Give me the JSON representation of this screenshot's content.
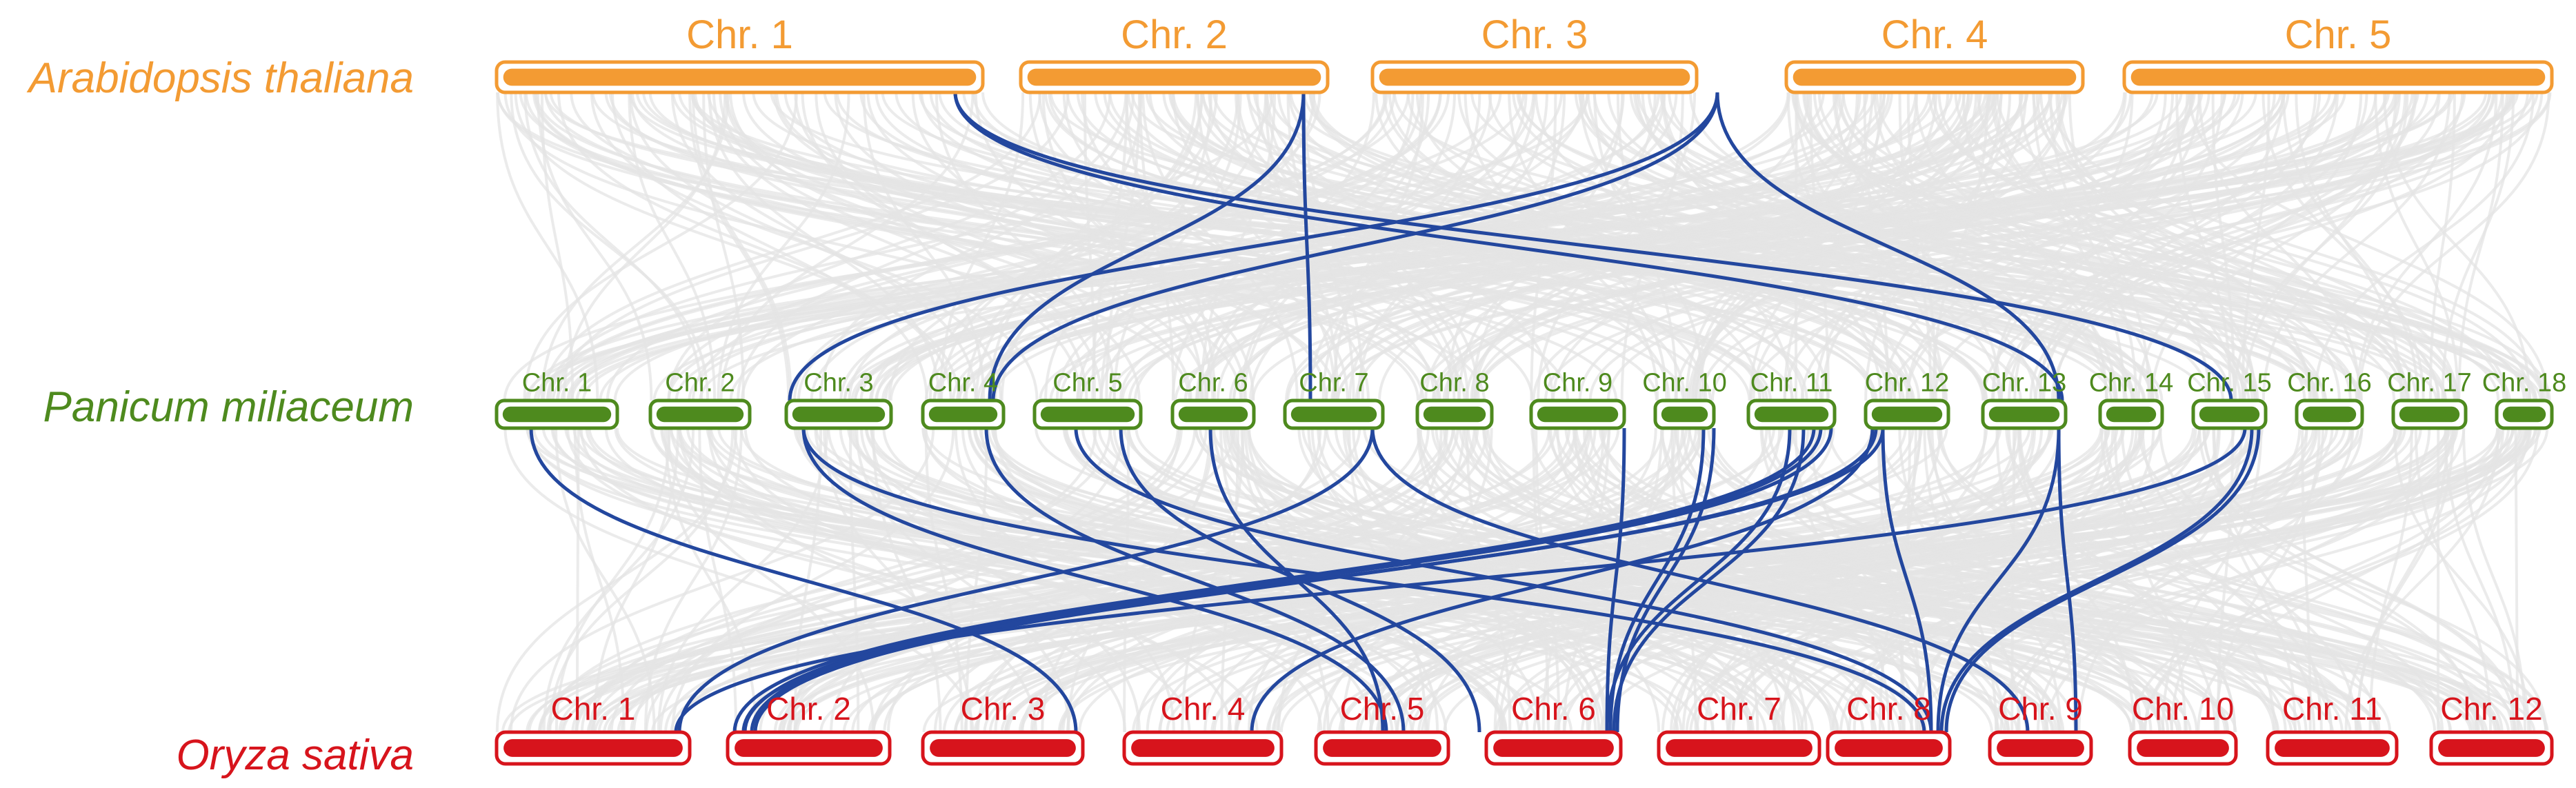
{
  "colors": {
    "top": "#F39B33",
    "mid": "#4E8A1E",
    "bottom": "#D7141C",
    "highlight": "#23479E",
    "background_links": "#E4E4E4"
  },
  "species": {
    "top": "Arabidopsis thaliana",
    "mid": "Panicum miliaceum",
    "bottom": "Oryza sativa"
  },
  "chromosomes": {
    "top": [
      {
        "label": "Chr. 1"
      },
      {
        "label": "Chr. 2"
      },
      {
        "label": "Chr. 3"
      },
      {
        "label": "Chr. 4"
      },
      {
        "label": "Chr. 5"
      }
    ],
    "mid": [
      {
        "label": "Chr. 1"
      },
      {
        "label": "Chr. 2"
      },
      {
        "label": "Chr. 3"
      },
      {
        "label": "Chr. 4"
      },
      {
        "label": "Chr. 5"
      },
      {
        "label": "Chr. 6"
      },
      {
        "label": "Chr. 7"
      },
      {
        "label": "Chr. 8"
      },
      {
        "label": "Chr. 9"
      },
      {
        "label": "Chr. 10"
      },
      {
        "label": "Chr. 11"
      },
      {
        "label": "Chr. 12"
      },
      {
        "label": "Chr. 13"
      },
      {
        "label": "Chr. 14"
      },
      {
        "label": "Chr. 15"
      },
      {
        "label": "Chr. 16"
      },
      {
        "label": "Chr. 17"
      },
      {
        "label": "Chr. 18"
      }
    ],
    "bottom": [
      {
        "label": "Chr. 1"
      },
      {
        "label": "Chr. 2"
      },
      {
        "label": "Chr. 3"
      },
      {
        "label": "Chr. 4"
      },
      {
        "label": "Chr. 5"
      },
      {
        "label": "Chr. 6"
      },
      {
        "label": "Chr. 7"
      },
      {
        "label": "Chr. 8"
      },
      {
        "label": "Chr. 9"
      },
      {
        "label": "Chr. 10"
      },
      {
        "label": "Chr. 11"
      },
      {
        "label": "Chr. 12"
      }
    ]
  }
}
